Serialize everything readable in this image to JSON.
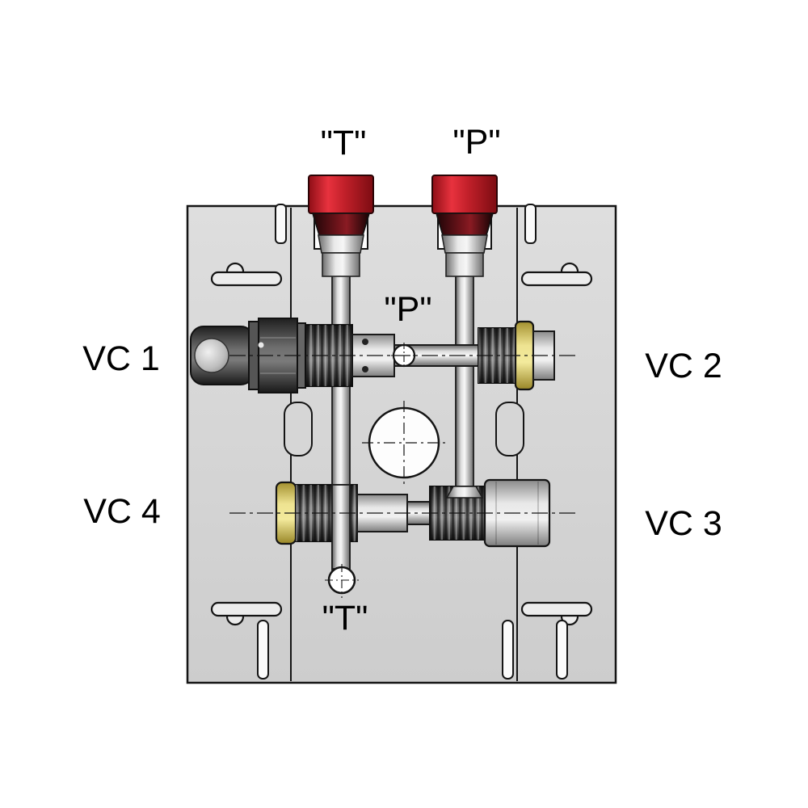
{
  "diagram": {
    "labels": {
      "port_t_top": "\"T\"",
      "port_p_top": "\"P\"",
      "port_p_mid": "\"P\"",
      "port_t_bottom": "\"T\"",
      "cavity_1": "VC 1",
      "cavity_2": "VC 2",
      "cavity_3": "VC 3",
      "cavity_4": "VC 4"
    },
    "colors": {
      "background": "#ffffff",
      "block_gray": "#d6d6d6",
      "plug_red": "#c5242e",
      "seal_yellow": "#eee391",
      "valve_dark": "#3c3c3c",
      "steel_light": "#e8e8e8",
      "outline": "#141414"
    }
  }
}
